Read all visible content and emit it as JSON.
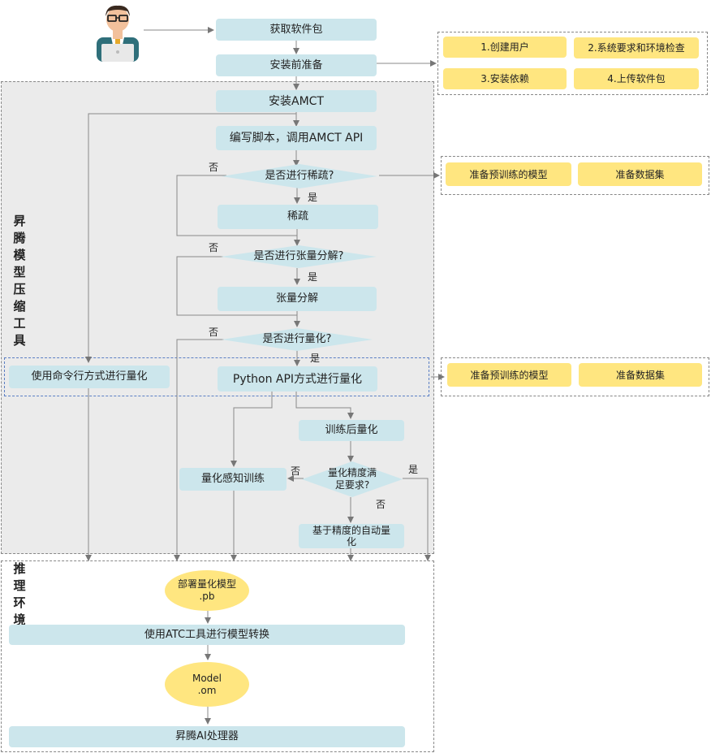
{
  "regions": {
    "compression_tool": "昇腾模型压缩工具",
    "inference_env": "推理环境"
  },
  "steps": {
    "get_package": "获取软件包",
    "pre_install": "安装前准备",
    "install_amct": "安装AMCT",
    "write_script": "编写脚本，调用AMCT API",
    "sparse_q": "是否进行稀疏?",
    "sparse": "稀疏",
    "tensor_q": "是否进行张量分解?",
    "tensor": "张量分解",
    "quant_q": "是否进行量化?",
    "cmd_quant": "使用命令行方式进行量化",
    "python_quant": "Python API方式进行量化",
    "post_train_quant": "训练后量化",
    "accuracy_q_line1": "量化精度满",
    "accuracy_q_line2": "足要求?",
    "qat": "量化感知训练",
    "auto_quant_line1": "基于精度的自动量",
    "auto_quant_line2": "化",
    "deploy_model_line1": "部署量化模型",
    "deploy_model_line2": ".pb",
    "atc_convert": "使用ATC工具进行模型转换",
    "om_line1": "Model",
    "om_line2": ".om",
    "ai_processor": "昇腾AI处理器"
  },
  "prep_items": [
    "1.创建用户",
    "2.系统要求和环境检查",
    "3.安装依赖",
    "4.上传软件包"
  ],
  "sparse_prereqs": [
    "准备预训练的模型",
    "准备数据集"
  ],
  "quant_prereqs": [
    "准备预训练的模型",
    "准备数据集"
  ],
  "edge_labels": {
    "no": "否",
    "yes": "是"
  },
  "colors": {
    "step_fill": "#cce6ec",
    "note_fill": "#ffe680",
    "region_fill": "#ebebeb",
    "highlight_border": "#5b7fc4",
    "arrow": "#777777"
  }
}
